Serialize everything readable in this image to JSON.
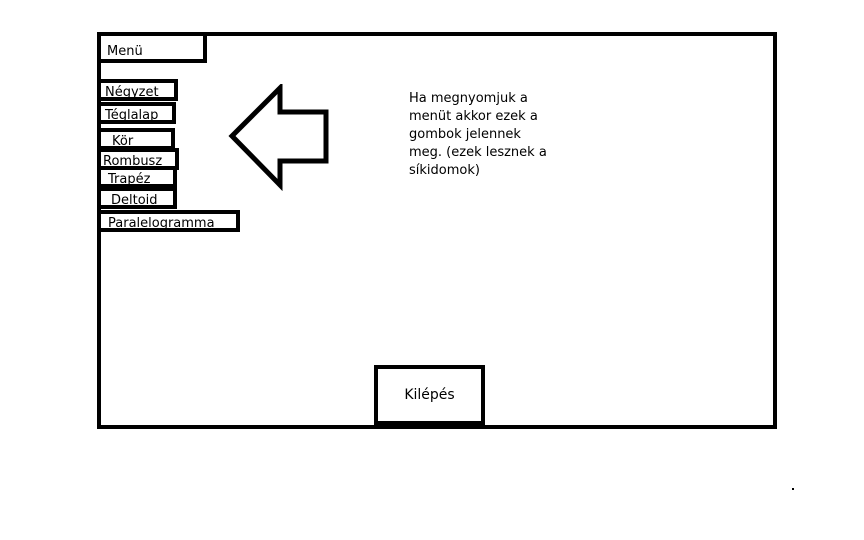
{
  "menu": {
    "label": "Menü",
    "items": [
      "Négyzet",
      "Téglalap",
      "Kör",
      "Rombusz",
      "Trapéz",
      "Deltoid",
      "Paralelogramma"
    ]
  },
  "note": {
    "text": "Ha megnyomjuk a\nmenüt akkor ezek a\ngombok jelennek\nmeg. (ezek lesznek a\nsíkidomok)"
  },
  "exit": {
    "label": "Kilépés"
  },
  "icons": {
    "arrow": "left-arrow-icon"
  },
  "colors": {
    "stroke": "#000000",
    "background": "#ffffff"
  }
}
